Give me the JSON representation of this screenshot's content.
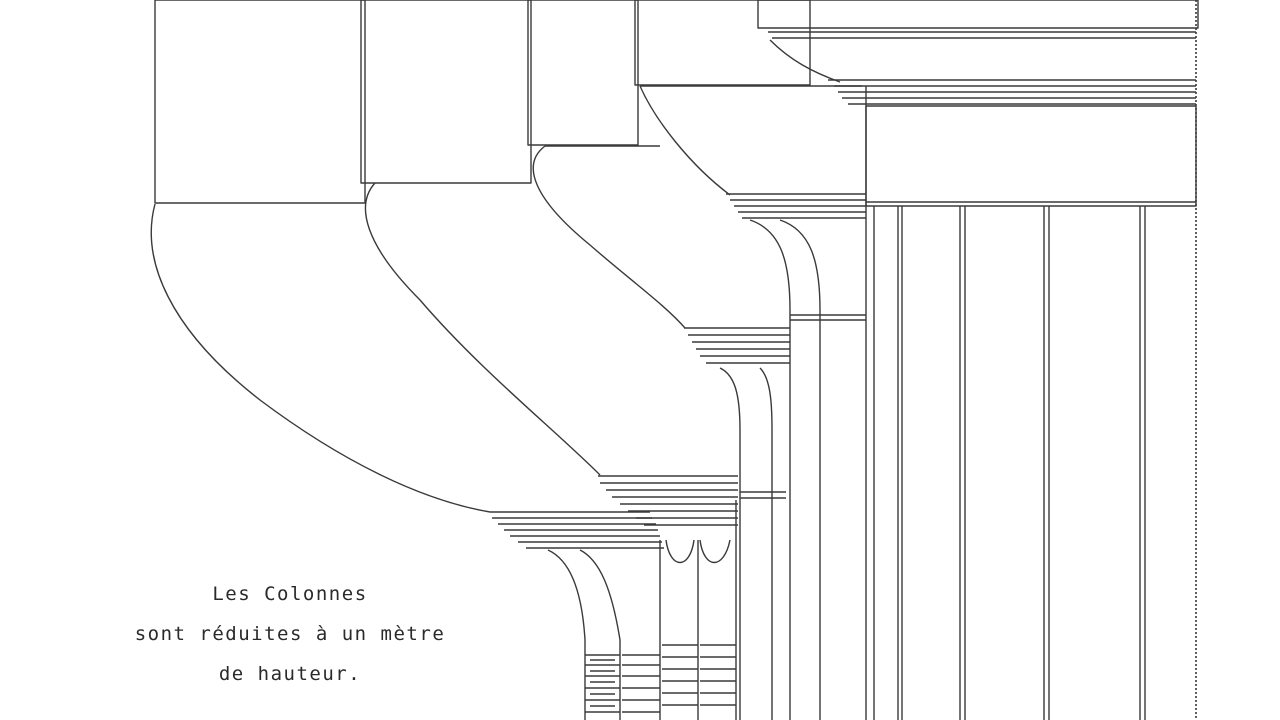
{
  "caption": {
    "line1": "Les Colonnes",
    "line2": "sont réduites à un mètre",
    "line3": "de hauteur."
  },
  "colors": {
    "ink": "#3a3a3a",
    "paper": "#ffffff"
  }
}
